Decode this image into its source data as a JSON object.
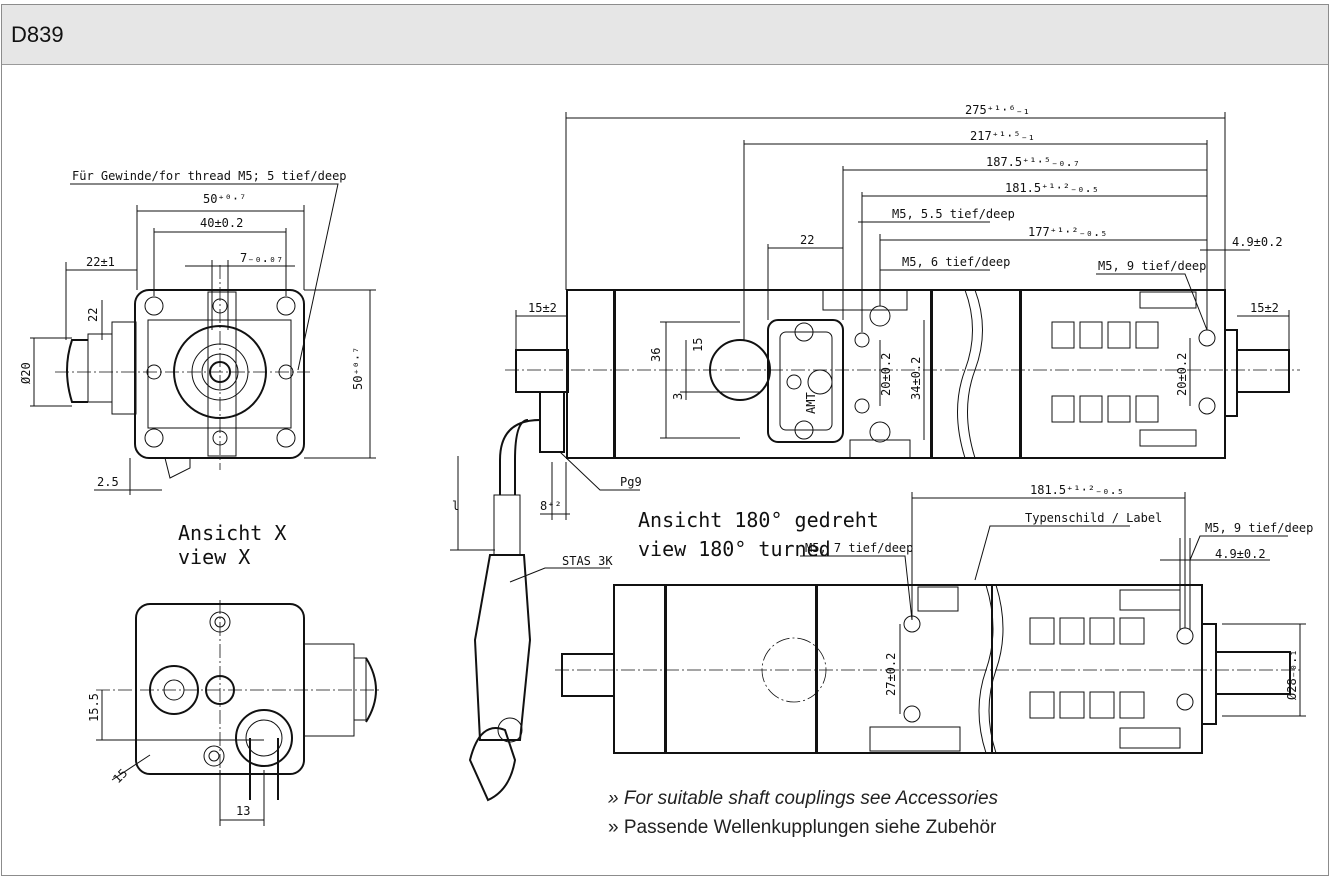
{
  "header": {
    "title": "D839"
  },
  "views": {
    "view_x_de": "Ansicht X",
    "view_x_en": "view X",
    "turned_de": "Ansicht 180° gedreht",
    "turned_en": "view 180° turned"
  },
  "labels": {
    "thread_note": "Für Gewinde/for thread M5; 5 tief/deep",
    "m5_55": "M5, 5.5 tief/deep",
    "m5_6": "M5, 6 tief/deep",
    "m5_9_top": "M5, 9 tief/deep",
    "m5_7": "M5, 7 tief/deep",
    "m5_9_bottom": "M5, 9 tief/deep",
    "typenschild": "Typenschild / Label",
    "pg9": "Pg9",
    "stas": "STAS 3K",
    "brand": "AMT"
  },
  "dims": {
    "d50_top": "50⁺⁰·⁷",
    "d40": "40±0.2",
    "d7": "7₋₀.₀₇",
    "d22_1": "22±1",
    "d22_side": "22",
    "d20_dia": "Ø20",
    "d50_right": "50⁺⁰·⁷",
    "d2_5": "2.5",
    "d275": "275⁺¹·⁶₋₁",
    "d217": "217⁺¹·⁵₋₁",
    "d187_5": "187.5⁺¹·⁵₋₀.₇",
    "d181_5": "181.5⁺¹·²₋₀.₅",
    "d177": "177⁺¹·²₋₀.₅",
    "d4_9_top": "4.9±0.2",
    "d22_top": "22",
    "d15_left": "15±2",
    "d15_right": "15±2",
    "d36": "36",
    "d15_v": "15",
    "d3": "3",
    "d20_mid": "20±0.2",
    "d34": "34±0.2",
    "d20_right": "20±0.2",
    "d8": "8⁺²",
    "d_l": "l",
    "d181_5_b": "181.5⁺¹·²₋₀.₅",
    "d4_9_b": "4.9±0.2",
    "d27": "27±0.2",
    "d28_dia": "Ø28₋₀.₁",
    "d15_5": "15.5",
    "d13": "13",
    "d15_ang": "15"
  },
  "notes": {
    "couplings_en": "» For suitable shaft couplings see Accessories",
    "couplings_de": "» Passende Wellenkupplungen siehe Zubehör"
  }
}
